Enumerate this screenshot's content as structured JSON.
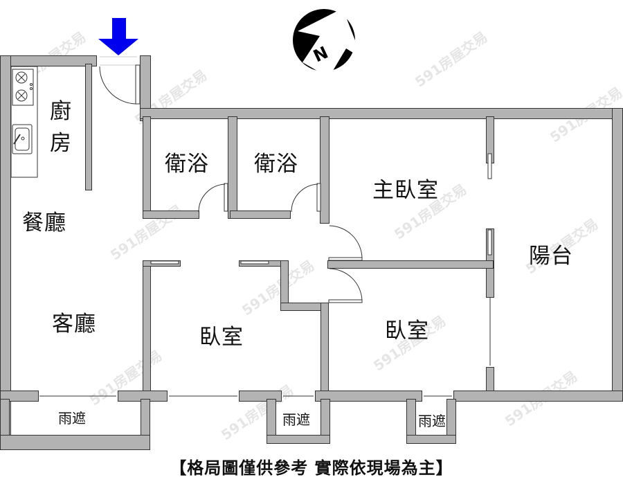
{
  "floorplan": {
    "rooms": [
      {
        "id": "kitchen",
        "label_top": "廚",
        "label_bottom": "房"
      },
      {
        "id": "bath1",
        "label": "衛浴"
      },
      {
        "id": "bath2",
        "label": "衛浴"
      },
      {
        "id": "master_bedroom",
        "label": "主臥室"
      },
      {
        "id": "balcony",
        "label": "陽台"
      },
      {
        "id": "dining",
        "label": "餐廳"
      },
      {
        "id": "living",
        "label": "客廳"
      },
      {
        "id": "bedroom_center",
        "label": "臥室"
      },
      {
        "id": "bedroom_right",
        "label": "臥室"
      },
      {
        "id": "canopy_left",
        "label": "雨遮"
      },
      {
        "id": "canopy_mid",
        "label": "雨遮"
      },
      {
        "id": "canopy_right",
        "label": "雨遮"
      }
    ],
    "compass": {
      "label": "N",
      "icon": "north-arrow-icon"
    },
    "entrance": {
      "icon": "entrance-arrow-icon",
      "color": "#0000ee"
    },
    "wall_color": "#b3b3b3",
    "watermark": "591房屋交易",
    "caption": "【格局圖僅供參考 實際依現場為主】"
  }
}
